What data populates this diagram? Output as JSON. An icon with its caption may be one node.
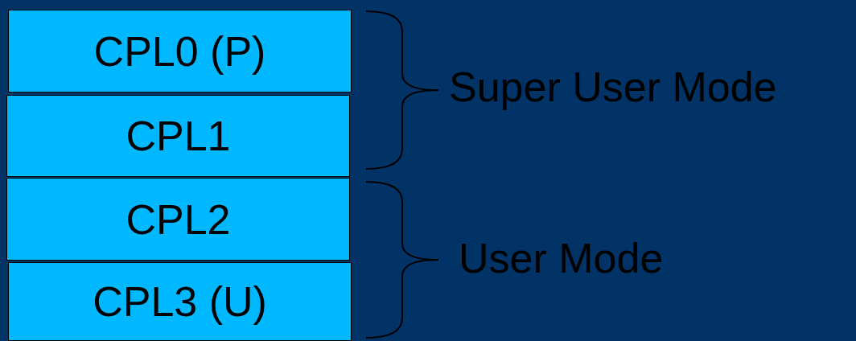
{
  "diagram": {
    "nodes": [
      {
        "text": [
          "CPL0 (P)"
        ]
      },
      {
        "text": [
          "CPL1"
        ]
      },
      {
        "text": [
          "CPL2"
        ]
      },
      {
        "text": [
          "CPL3 (U)"
        ]
      }
    ],
    "labels": [
      "Super User Mode",
      "User Mode"
    ]
  }
}
